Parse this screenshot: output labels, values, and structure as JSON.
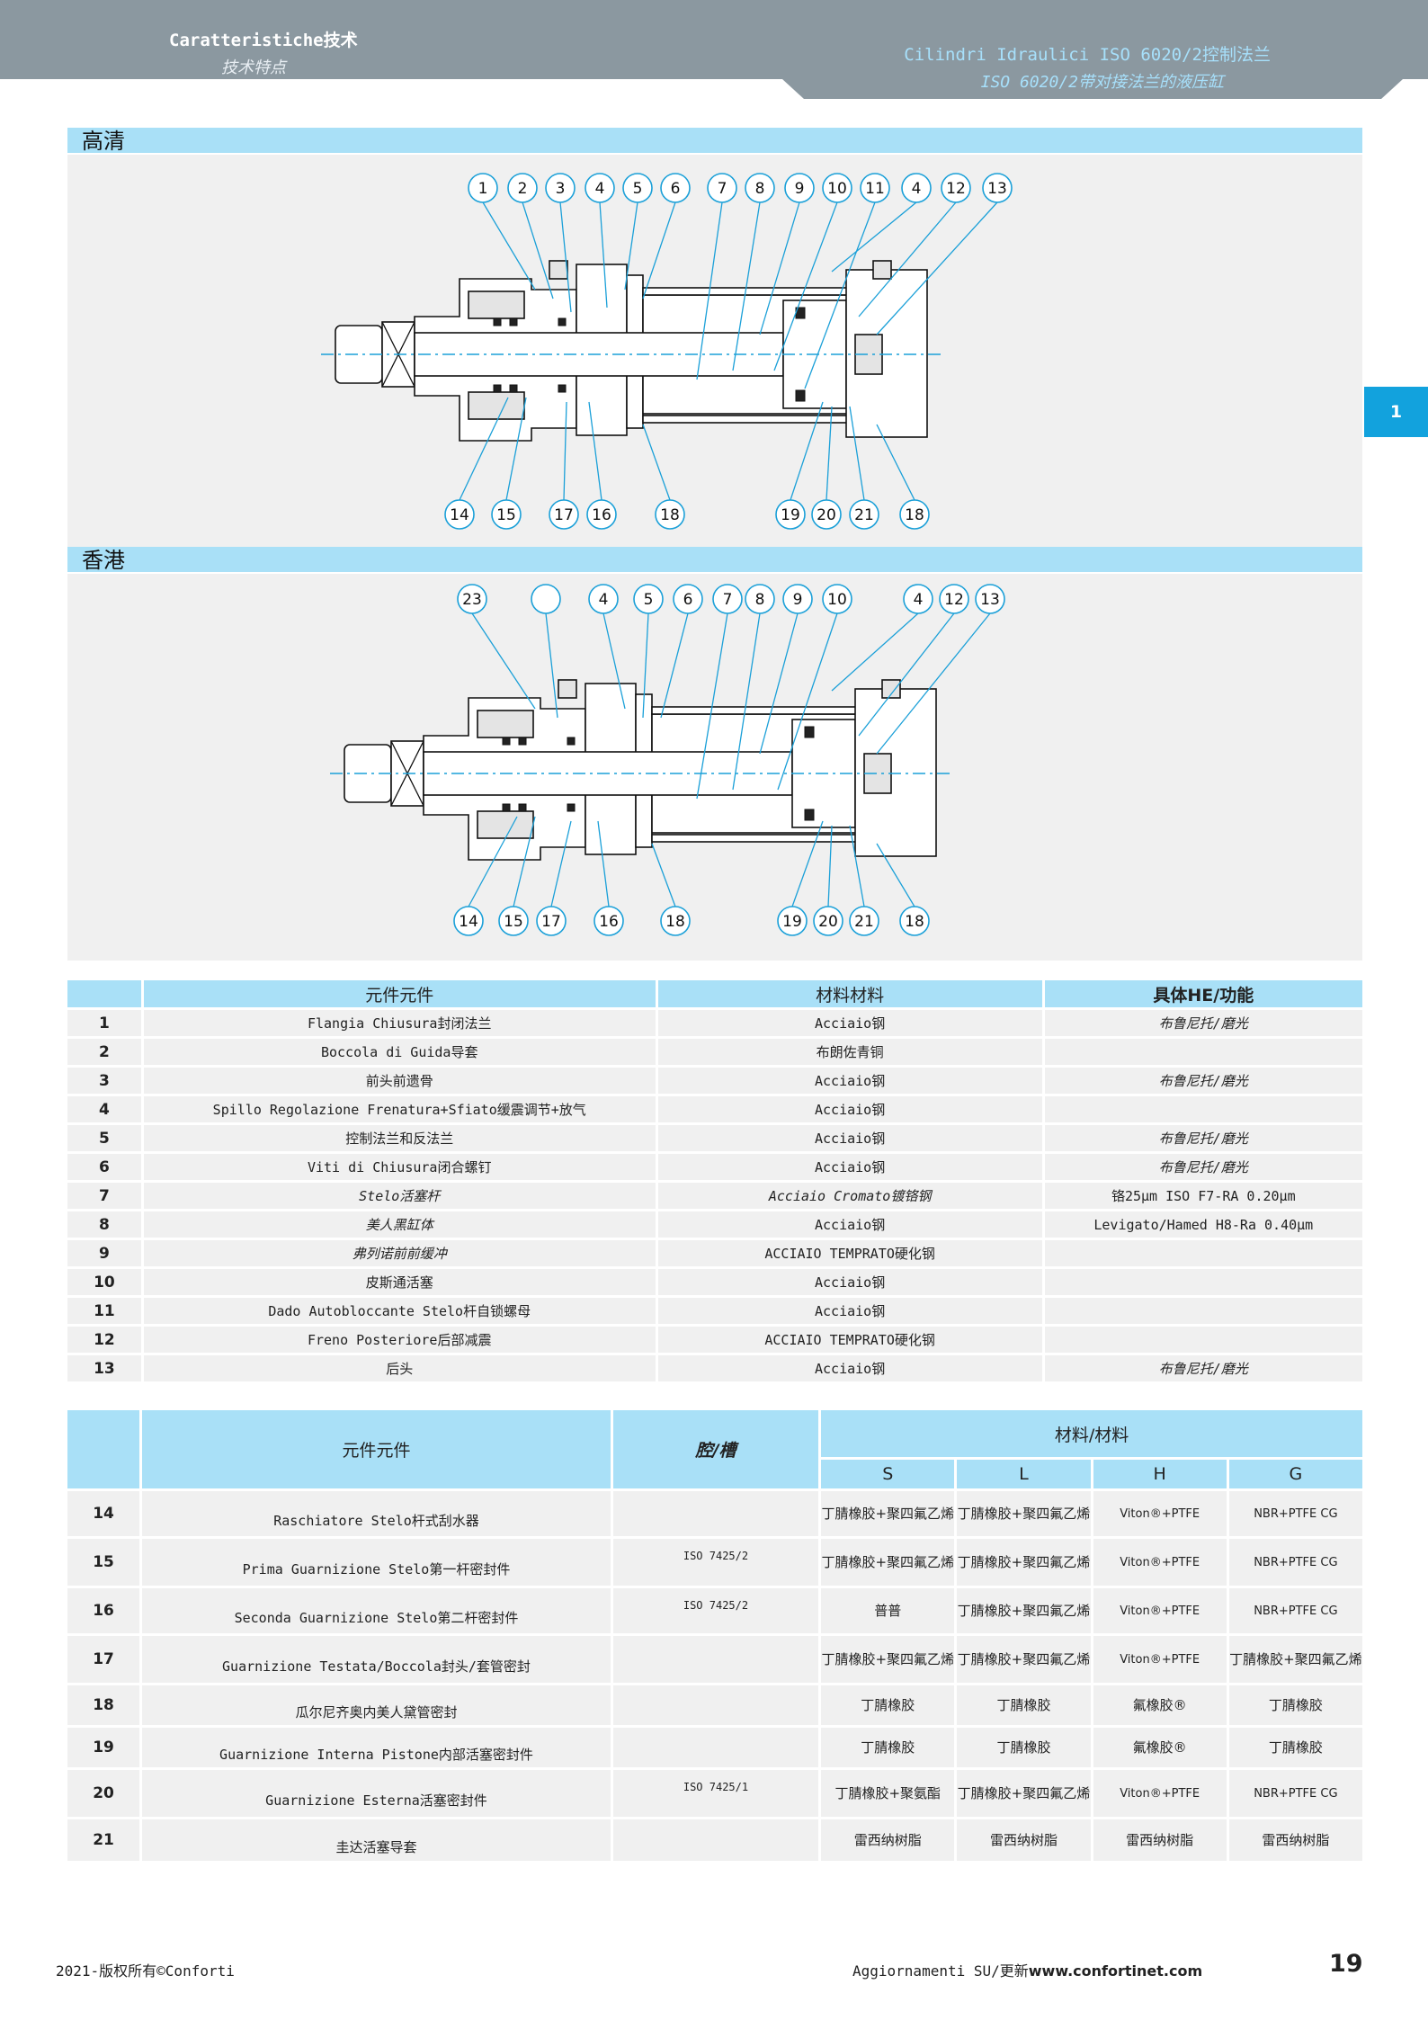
{
  "header": {
    "left_title": "Caratteristiche技术",
    "left_subtitle": "技术特点",
    "right_title": "Cilindri Idraulici ISO 6020/2控制法兰",
    "right_subtitle": "ISO 6020/2带对接法兰的液压缸",
    "colors": {
      "header_bg": "#8b98a0",
      "accent": "#12a2dd",
      "light_blue": "#a9e0f7",
      "panel": "#f0f0f0"
    }
  },
  "side_tab": "1",
  "section_hd": {
    "label": "高清",
    "balloons_top": [
      "1",
      "2",
      "3",
      "4",
      "5",
      "6",
      "7",
      "8",
      "9",
      "10",
      "11",
      "4",
      "12",
      "13"
    ],
    "balloons_bottom": [
      "14",
      "15",
      "17",
      "16",
      "18",
      "19",
      "20",
      "21",
      "18"
    ]
  },
  "section_hk": {
    "label": "香港",
    "balloons_top": [
      "23",
      "",
      "4",
      "5",
      "6",
      "7",
      "8",
      "9",
      "10",
      "4",
      "12",
      "13"
    ],
    "balloons_bottom": [
      "14",
      "15",
      "17",
      "16",
      "18",
      "19",
      "20",
      "21",
      "18"
    ]
  },
  "table1": {
    "headers": [
      "元件元件",
      "材料材料",
      "具体HE/功能"
    ],
    "rows": [
      {
        "n": "1",
        "name": "Flangia Chiusura封闭法兰",
        "material": "Acciaio钢",
        "spec": "布鲁尼托/磨光",
        "name_it": false,
        "mat_it": false
      },
      {
        "n": "2",
        "name": "Boccola di Guida导套",
        "material": "布朗佐青铜",
        "spec": "",
        "name_it": false,
        "mat_it": false
      },
      {
        "n": "3",
        "name": "前头前遗骨",
        "material": "Acciaio钢",
        "spec": "布鲁尼托/磨光",
        "name_it": false,
        "mat_it": false
      },
      {
        "n": "4",
        "name": "Spillo Regolazione Frenatura+Sfiato缓震调节+放气",
        "material": "Acciaio钢",
        "spec": "",
        "name_it": false,
        "mat_it": false
      },
      {
        "n": "5",
        "name": "控制法兰和反法兰",
        "material": "Acciaio钢",
        "spec": "布鲁尼托/磨光",
        "name_it": false,
        "mat_it": false
      },
      {
        "n": "6",
        "name": "Viti di Chiusura闭合螺钉",
        "material": "Acciaio钢",
        "spec": "布鲁尼托/磨光",
        "name_it": false,
        "mat_it": false
      },
      {
        "n": "7",
        "name": "Stelo活塞杆",
        "material": "Acciaio Cromato镀铬钢",
        "spec": "铬25μm ISO F7-RA 0.20μm",
        "name_it": true,
        "mat_it": true
      },
      {
        "n": "8",
        "name": "美人黑缸体",
        "material": "Acciaio钢",
        "spec": "Levigato/Hamed H8-Ra 0.40μm",
        "name_it": true,
        "mat_it": false
      },
      {
        "n": "9",
        "name": "弗列诺前前缓冲",
        "material": "ACCIAIO TEMPRATO硬化钢",
        "spec": "",
        "name_it": true,
        "mat_it": false
      },
      {
        "n": "10",
        "name": "皮斯通活塞",
        "material": "Acciaio钢",
        "spec": "",
        "name_it": false,
        "mat_it": false
      },
      {
        "n": "11",
        "name": "Dado Autobloccante Stelo杆自锁螺母",
        "material": "Acciaio钢",
        "spec": "",
        "name_it": false,
        "mat_it": false
      },
      {
        "n": "12",
        "name": "Freno Posteriore后部减震",
        "material": "ACCIAIO TEMPRATO硬化钢",
        "spec": "",
        "name_it": false,
        "mat_it": false
      },
      {
        "n": "13",
        "name": "后头",
        "material": "Acciaio钢",
        "spec": "布鲁尼托/磨光",
        "name_it": false,
        "mat_it": false
      }
    ]
  },
  "table2": {
    "header_component": "元件元件",
    "header_groove": "腔/槽",
    "header_materials": "材料/材料",
    "material_cols": [
      "S",
      "L",
      "H",
      "G"
    ],
    "rows": [
      {
        "n": "14",
        "name": "Raschiatore Stelo杆式刮水器",
        "groove": "",
        "S": "丁腈橡胶+聚四氟乙烯",
        "L": "丁腈橡胶+聚四氟乙烯",
        "H": "Viton®+PTFE",
        "G": "NBR+PTFE CG"
      },
      {
        "n": "15",
        "name": "Prima Guarnizione Stelo第一杆密封件",
        "groove": "ISO 7425/2",
        "S": "丁腈橡胶+聚四氟乙烯",
        "L": "丁腈橡胶+聚四氟乙烯",
        "H": "Viton®+PTFE",
        "G": "NBR+PTFE CG"
      },
      {
        "n": "16",
        "name": "Seconda Guarnizione Stelo第二杆密封件",
        "groove": "ISO 7425/2",
        "S": "普普",
        "L": "丁腈橡胶+聚四氟乙烯",
        "H": "Viton®+PTFE",
        "G": "NBR+PTFE CG"
      },
      {
        "n": "17",
        "name": "Guarnizione Testata/Boccola封头/套管密封",
        "groove": "",
        "S": "丁腈橡胶+聚四氟乙烯",
        "L": "丁腈橡胶+聚四氟乙烯",
        "H": "Viton®+PTFE",
        "G": "丁腈橡胶+聚四氟乙烯"
      },
      {
        "n": "18",
        "name": "瓜尔尼齐奥内美人黛管密封",
        "groove": "",
        "S": "丁腈橡胶",
        "L": "丁腈橡胶",
        "H": "氟橡胶®",
        "G": "丁腈橡胶"
      },
      {
        "n": "19",
        "name": "Guarnizione Interna Pistone内部活塞密封件",
        "groove": "",
        "S": "丁腈橡胶",
        "L": "丁腈橡胶",
        "H": "氟橡胶®",
        "G": "丁腈橡胶"
      },
      {
        "n": "20",
        "name": "Guarnizione Esterna活塞密封件",
        "groove": "ISO 7425/1",
        "S": "丁腈橡胶+聚氨酯",
        "L": "丁腈橡胶+聚四氟乙烯",
        "H": "Viton®+PTFE",
        "G": "NBR+PTFE CG"
      },
      {
        "n": "21",
        "name": "圭达活塞导套",
        "groove": "",
        "S": "雷西纳树脂",
        "L": "雷西纳树脂",
        "H": "雷西纳树脂",
        "G": "雷西纳树脂"
      }
    ]
  },
  "footer": {
    "copyright": "2021-版权所有©Conforti",
    "updates_prefix": "Aggiornamenti SU/更新",
    "website": "www.confortinet.com",
    "page": "19"
  }
}
